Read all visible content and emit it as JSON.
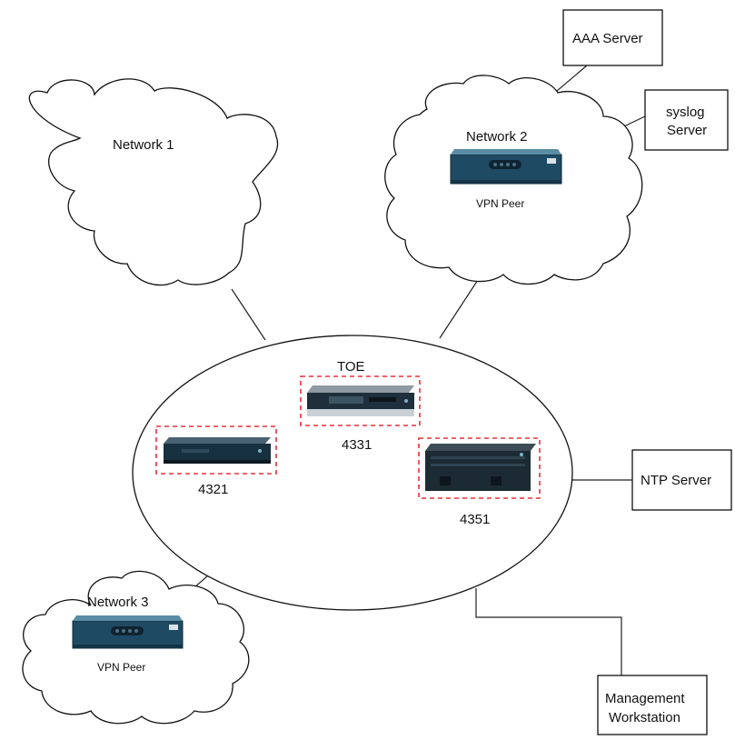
{
  "diagram": {
    "clouds": {
      "network1": {
        "label": "Network 1"
      },
      "network2": {
        "label": "Network 2",
        "device_label": "VPN Peer"
      },
      "network3": {
        "label": "Network 3",
        "device_label": "VPN Peer"
      }
    },
    "toe": {
      "label": "TOE",
      "routers": [
        {
          "id": "4331",
          "label": "4331"
        },
        {
          "id": "4321",
          "label": "4321"
        },
        {
          "id": "4351",
          "label": "4351"
        }
      ]
    },
    "servers": {
      "aaa": {
        "line1": "AAA Server"
      },
      "syslog": {
        "line1": "syslog",
        "line2": "Server"
      },
      "ntp": {
        "line1": "NTP Server"
      },
      "management": {
        "line1": "Management",
        "line2": "Workstation"
      }
    },
    "colors": {
      "selection_dash": "#e8303a",
      "vpn_peer_body": "#1f4a63",
      "router_dark": "#1b2a33"
    }
  }
}
